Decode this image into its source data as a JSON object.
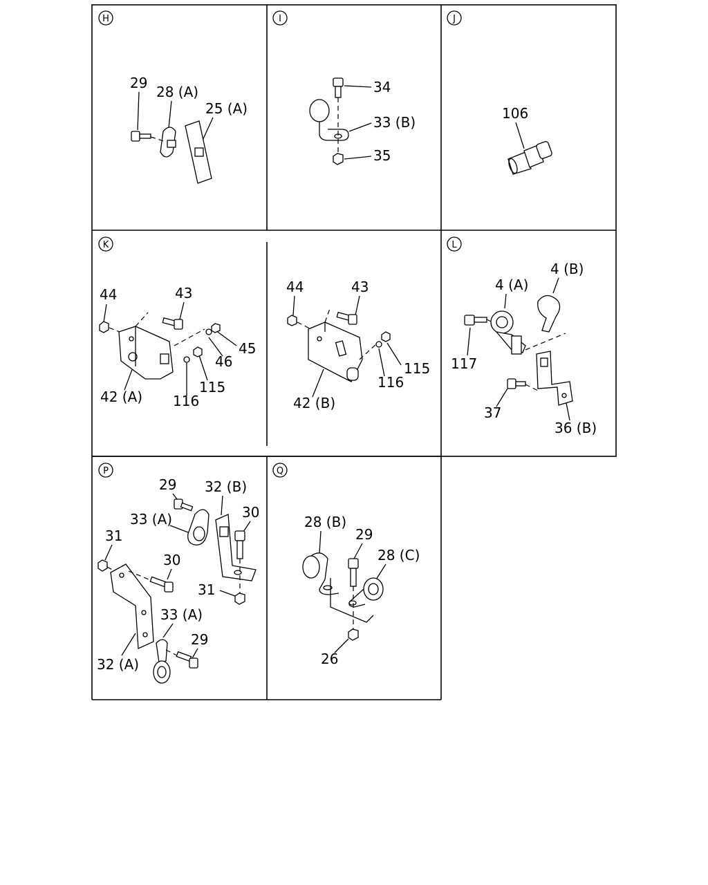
{
  "panels": {
    "H": {
      "letter": "H",
      "labels": [
        "29",
        "28 (A)",
        "25 (A)"
      ]
    },
    "I": {
      "letter": "I",
      "labels": [
        "34",
        "33 (B)",
        "35"
      ]
    },
    "J": {
      "letter": "J",
      "labels": [
        "106"
      ]
    },
    "K": {
      "letter": "K",
      "labels": [
        "44",
        "43",
        "45",
        "46",
        "42 (A)",
        "116",
        "115",
        "44",
        "43",
        "115",
        "116",
        "42 (B)"
      ]
    },
    "L": {
      "letter": "L",
      "labels": [
        "4 (B)",
        "4 (A)",
        "117",
        "37",
        "36 (B)"
      ]
    },
    "P": {
      "letter": "P",
      "labels": [
        "29",
        "32 (B)",
        "33 (A)",
        "30",
        "31",
        "30",
        "31",
        "33 (A)",
        "29",
        "32 (A)"
      ]
    },
    "Q": {
      "letter": "Q",
      "labels": [
        "28 (B)",
        "29",
        "28 (C)",
        "26"
      ]
    }
  }
}
